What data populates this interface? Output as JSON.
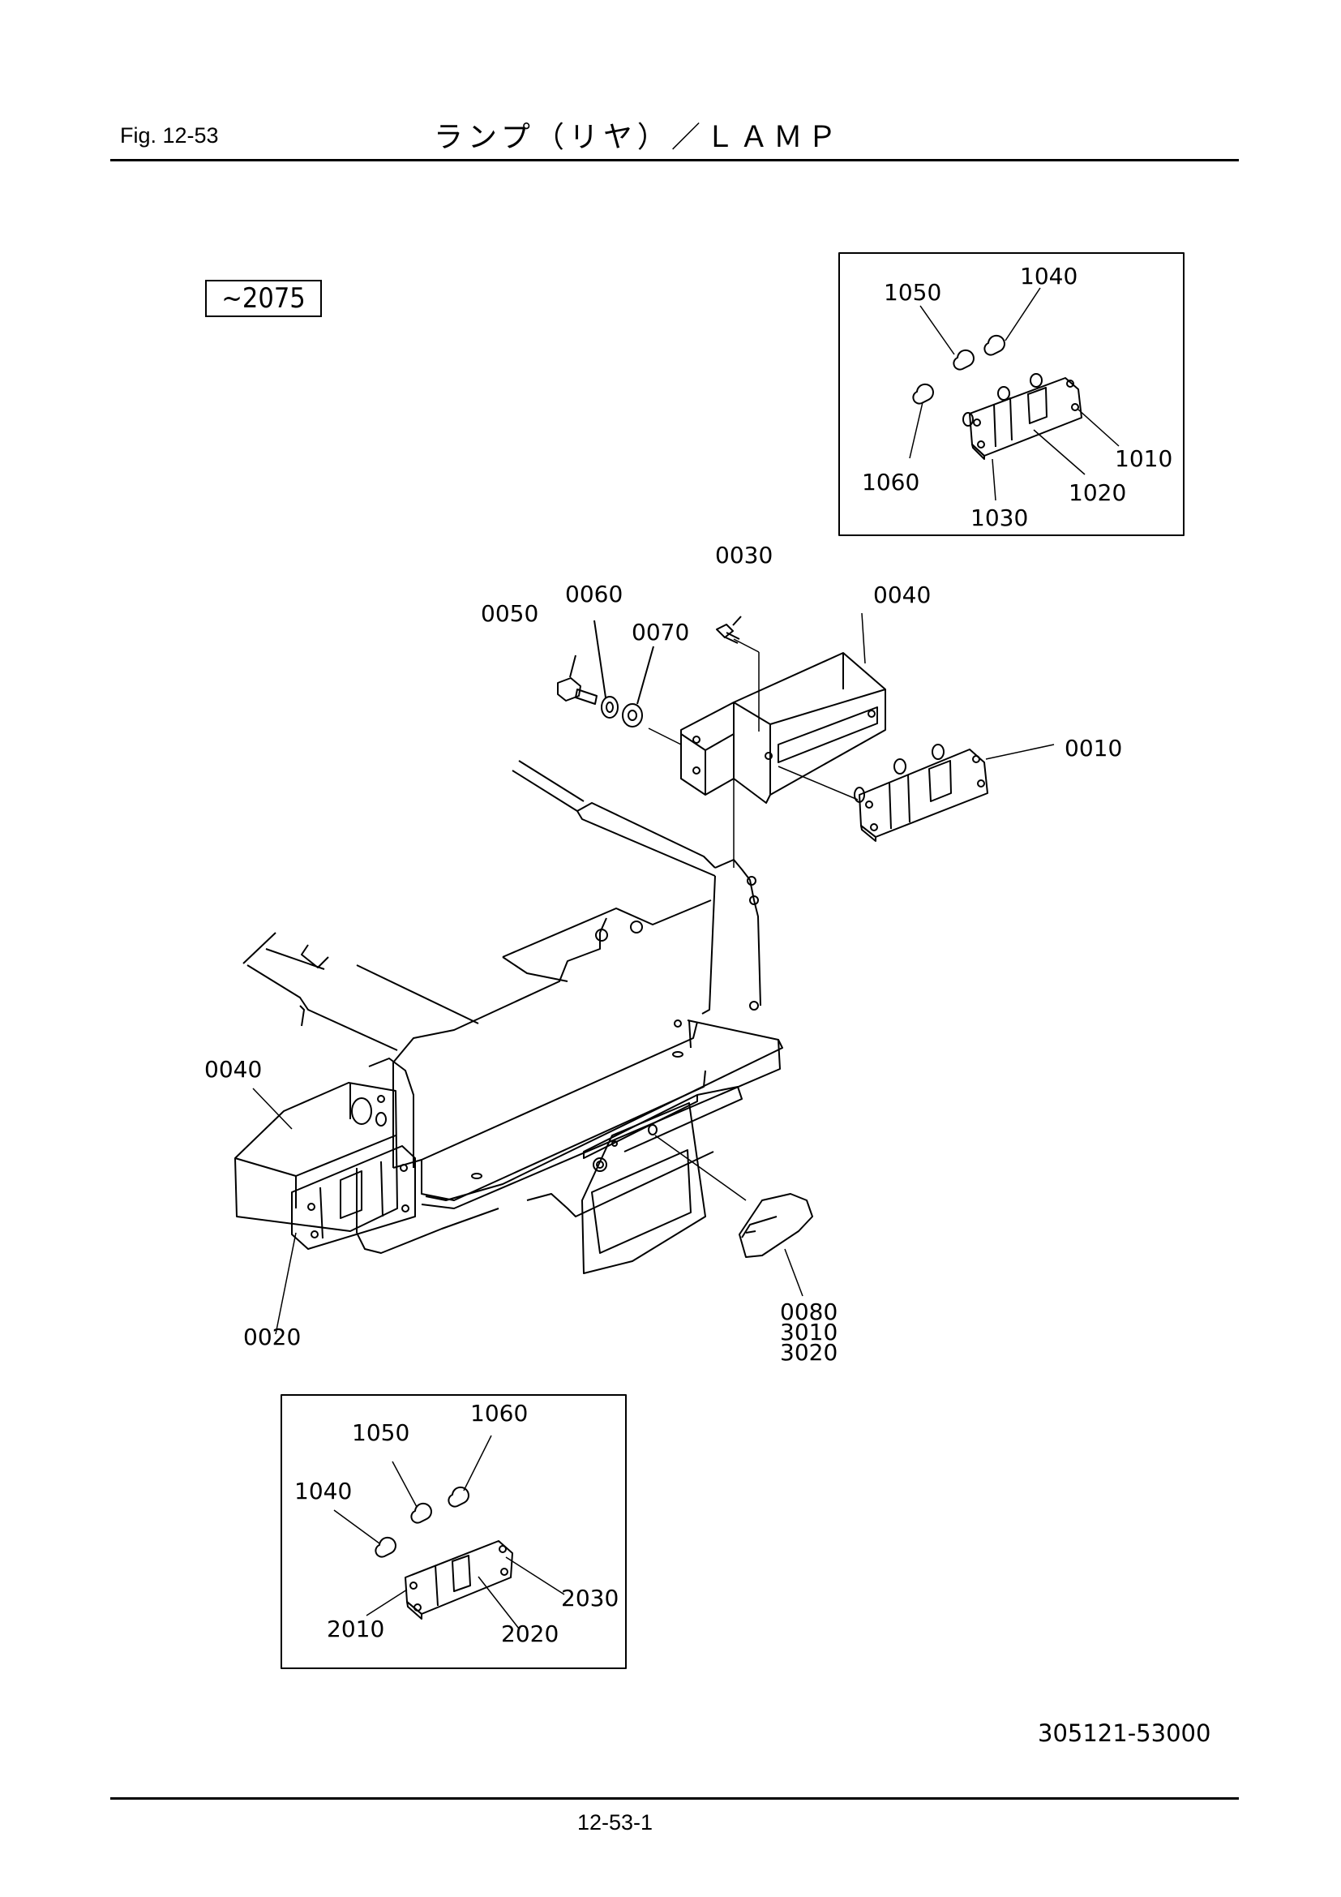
{
  "header": {
    "fig_label": "Fig.  12-53",
    "title": "ランプ（リヤ）／ＬＡＭＰ"
  },
  "serial_range": "~2075",
  "main_callouts": {
    "c0030": "0030",
    "c0040_top": "0040",
    "c0050": "0050",
    "c0060": "0060",
    "c0070": "0070",
    "c0010": "0010",
    "c0040_left": "0040",
    "c0020": "0020",
    "c0080": "0080",
    "c3010": "3010",
    "c3020": "3020"
  },
  "inset_top": {
    "c1050": "1050",
    "c1040": "1040",
    "c1060": "1060",
    "c1010": "1010",
    "c1020": "1020",
    "c1030": "1030"
  },
  "inset_bottom": {
    "c1060": "1060",
    "c1050": "1050",
    "c1040": "1040",
    "c2030": "2030",
    "c2010": "2010",
    "c2020": "2020"
  },
  "footer": {
    "drawing_number": "305121-53000",
    "page_number": "12-53-1"
  }
}
